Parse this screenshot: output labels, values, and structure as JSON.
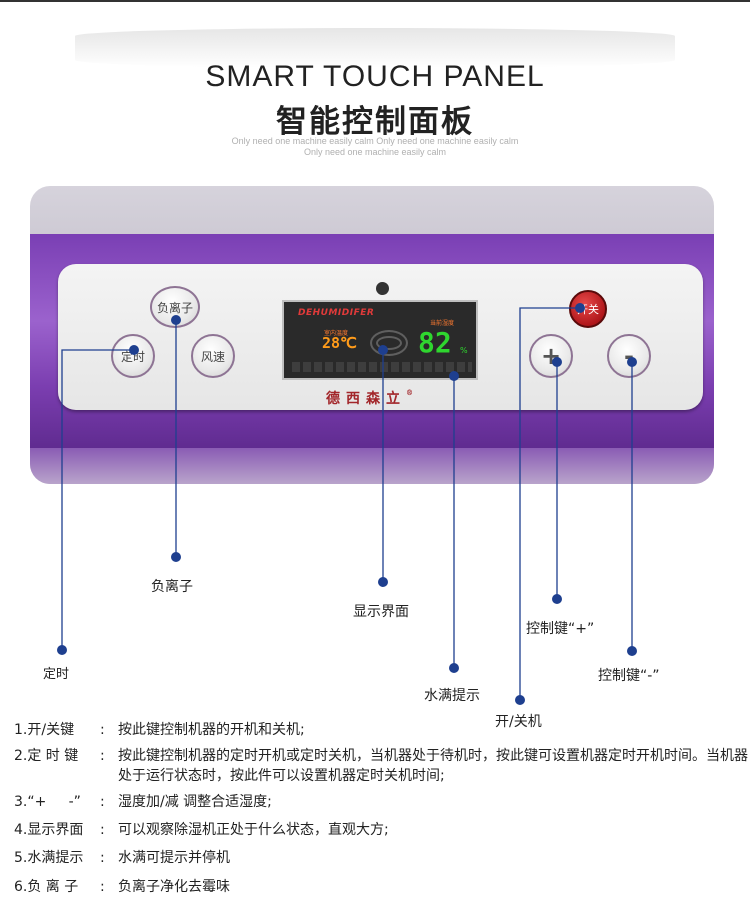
{
  "header": {
    "title_en": "SMART TOUCH PANEL",
    "title_cn": "智能控制面板",
    "subtitle_line1": "Only need one machine easily calm    Only need one machine easily calm",
    "subtitle_line2": "Only need one machine easily calm"
  },
  "panel": {
    "buttons": {
      "anion": "负离子",
      "timer": "定时",
      "fan": "风速",
      "power": "开关",
      "plus": "+",
      "minus": "-"
    },
    "display": {
      "logo": "DEHUMIDIFER",
      "temp_label": "室内温度",
      "temperature": "28℃",
      "humidity_label": "当前湿度",
      "humidity": "82",
      "humidity_unit": "%"
    },
    "brand": "德西森立",
    "brand_mark": "®"
  },
  "callouts": {
    "anion": "负离子",
    "display": "显示界面",
    "timer": "定时",
    "water_full": "水满提示",
    "power": "开/关机",
    "plus": "控制键“+”",
    "minus": "控制键“-”"
  },
  "descriptions": [
    {
      "key": "1.开/关键",
      "colon": ":",
      "value": "按此键控制机器的开机和关机;"
    },
    {
      "key": "2.定 时 键",
      "colon": ":",
      "value": "按此键控制机器的定时开机或定时关机，当机器处于待机时，按此键可设置机器定时开机时间。当机器处于运行状态时，按此件可以设置机器定时关机时间;"
    },
    {
      "key": "3.“+     -”",
      "colon": ":",
      "value": "湿度加/减 调整合适湿度;"
    },
    {
      "key": "4.显示界面",
      "colon": ":",
      "value": "可以观察除湿机正处于什么状态，直观大方;"
    },
    {
      "key": "5.水满提示",
      "colon": ":",
      "value": "水满可提示并停机"
    },
    {
      "key": "6.负 离 子",
      "colon": ":",
      "value": "负离子净化去霉味"
    }
  ],
  "colors": {
    "leader_line": "#1e3f8f",
    "device_purple": "#7a3fb4",
    "power_red": "#b0171b"
  }
}
